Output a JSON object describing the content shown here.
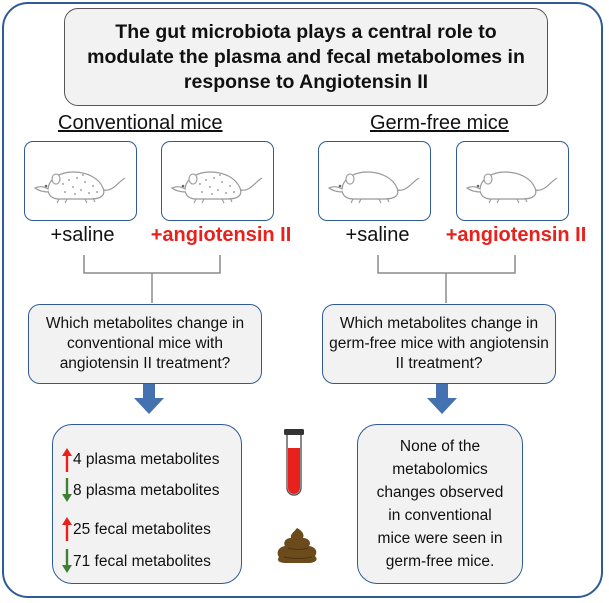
{
  "title": "The gut microbiota plays a central role to modulate the plasma and fecal metabolomes in response to Angiotensin II",
  "groups": {
    "conventional": {
      "heading": "Conventional  mice",
      "saline_label": "+saline",
      "angiotensin_label": "+angiotensin II",
      "question": "Which metabolites change in conventional mice with angiotensin II treatment?",
      "results": [
        {
          "direction": "up",
          "text": "4 plasma metabolites"
        },
        {
          "direction": "down",
          "text": "8 plasma metabolites"
        },
        {
          "direction": "up",
          "text": "25 fecal metabolites"
        },
        {
          "direction": "down",
          "text": "71 fecal metabolites"
        }
      ]
    },
    "germfree": {
      "heading": "Germ-free  mice",
      "saline_label": "+saline",
      "angiotensin_label": "+angiotensin II",
      "question": "Which metabolites change in germ-free mice with angiotensin II treatment?",
      "result_text": "None of the metabolomics changes observed in conventional mice were seen in germ-free mice."
    }
  },
  "colors": {
    "frame": "#2f5b94",
    "box_fill": "#f2f2f2",
    "highlight_red": "#e8211c",
    "up_arrow": "#e8211c",
    "down_arrow": "#3f7f34",
    "stool": "#6b4a1c"
  },
  "icons": [
    "mouse-icon",
    "blood-tube-icon",
    "stool-icon",
    "arrow-up-icon",
    "arrow-down-icon"
  ]
}
